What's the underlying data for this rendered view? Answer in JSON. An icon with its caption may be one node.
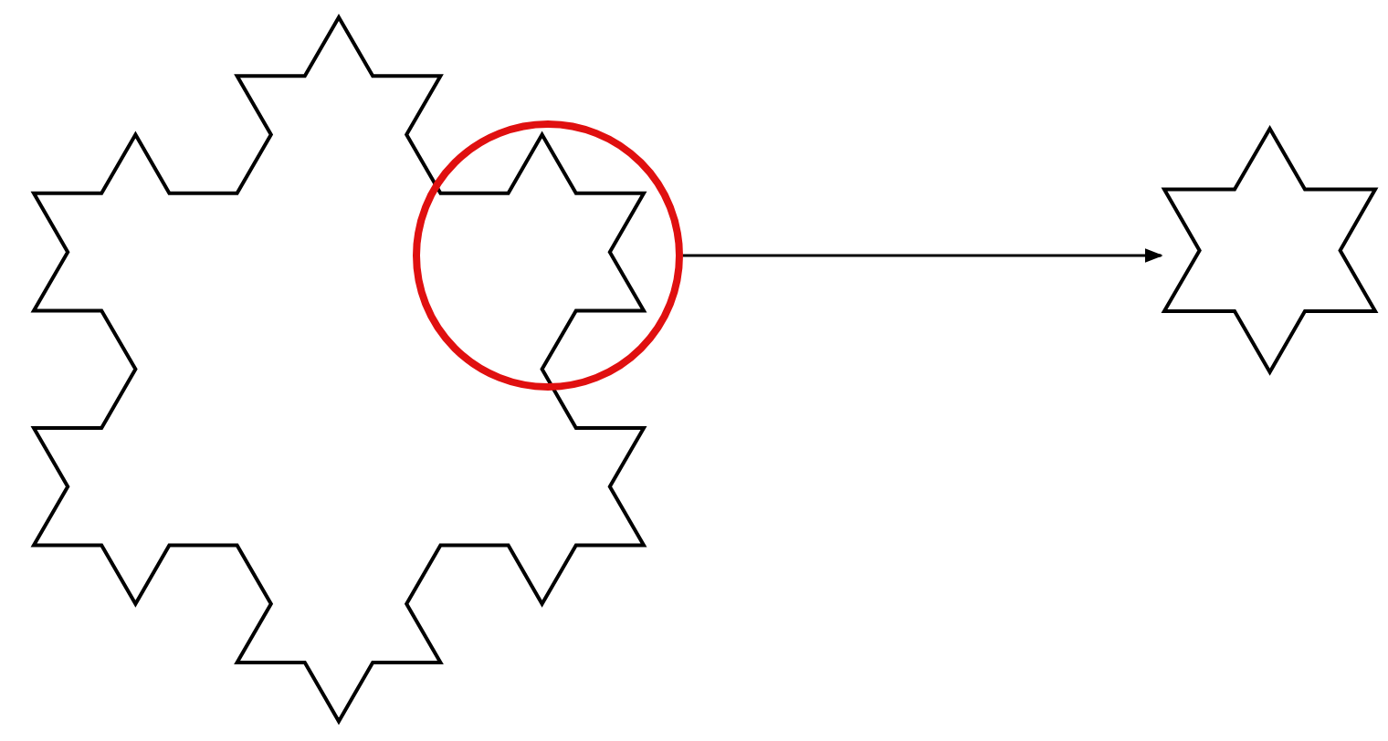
{
  "diagram": {
    "nodes": [
      {
        "text": [],
        "shape": "picture"
      },
      {
        "text": [],
        "shape": "circle"
      },
      {
        "text": [],
        "shape": "star"
      }
    ],
    "edges": [
      {
        "from": 1,
        "to": 2,
        "arrow": "to"
      }
    ]
  }
}
